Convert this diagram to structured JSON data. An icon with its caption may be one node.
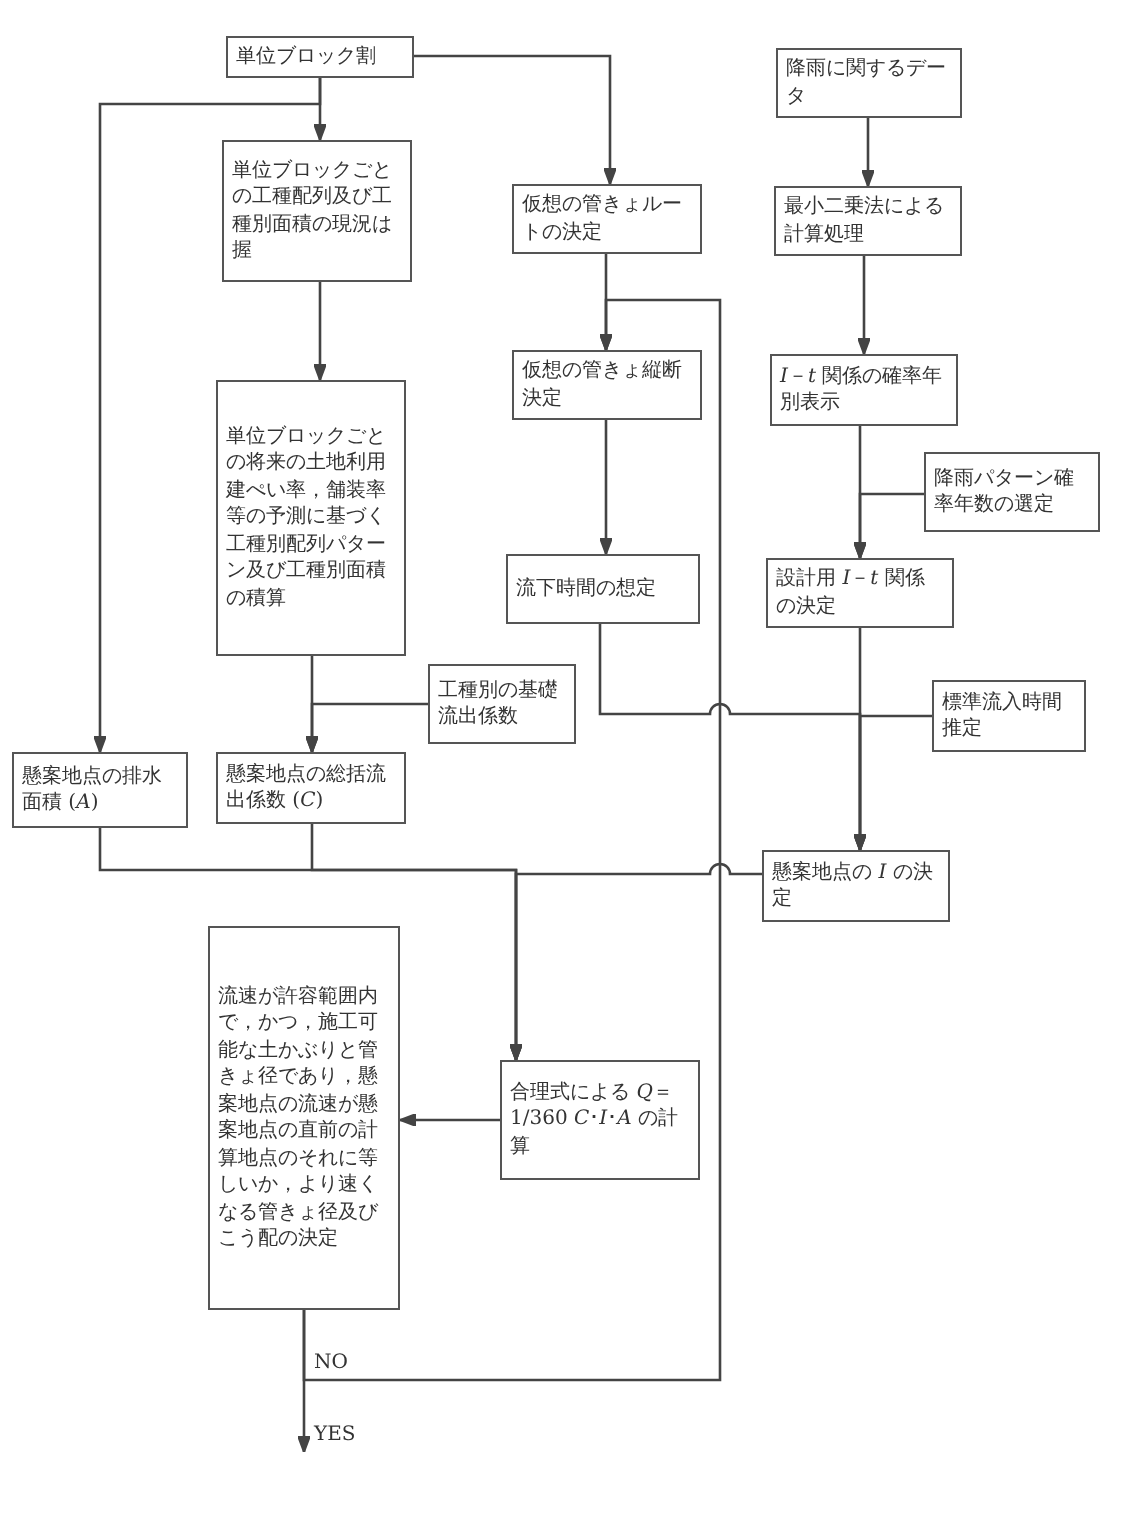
{
  "diagram": {
    "nodes": [
      {
        "text": [
          "単位ブロック割"
        ]
      },
      {
        "text": [
          "単位ブロックごとの工種配列及び工種別面積の現況は握"
        ]
      },
      {
        "text": [
          "単位ブロックごとの将来の土地利用建ぺい率，舗装率等の予測に基づく工種別配列パターン及び工種別面積の積算"
        ]
      },
      {
        "text": [
          "工種別の基礎流出係数"
        ]
      },
      {
        "text": [
          "懸案地点の排水面積 (*A*)"
        ]
      },
      {
        "text": [
          "懸案地点の総括流出係数 (*C*)"
        ]
      },
      {
        "text": [
          "仮想の管きょルートの決定"
        ]
      },
      {
        "text": [
          "仮想の管きょ縦断決定"
        ]
      },
      {
        "text": [
          "流下時間の想定"
        ]
      },
      {
        "text": [
          "降雨に関するデータ"
        ]
      },
      {
        "text": [
          "最小二乗法による計算処理"
        ]
      },
      {
        "text": [
          "*I*－*t* 関係の確率年別表示"
        ]
      },
      {
        "text": [
          "降雨パターン確率年数の選定"
        ]
      },
      {
        "text": [
          "設計用 *I*－*t* 関係の決定"
        ]
      },
      {
        "text": [
          "標準流入時間推定"
        ]
      },
      {
        "text": [
          "懸案地点の *I* の決定"
        ]
      },
      {
        "text": [
          "合理式による *Q*＝1/360 *C*･*I*･*A* の計算"
        ]
      },
      {
        "text": [
          "流速が許容範囲内で，かつ，施工可能な土かぶりと管きょ径であり，懸案地点の流速が懸案地点の直前の計算地点のそれに等しいか，より速くなる管きょ径及びこう配の決定"
        ]
      }
    ],
    "edges": [
      {
        "from": 0,
        "to": 1,
        "arrow": "to"
      },
      {
        "from": 0,
        "to": 4,
        "arrow": "to"
      },
      {
        "from": 0,
        "to": 6,
        "arrow": "to"
      },
      {
        "from": 1,
        "to": 2,
        "arrow": "to"
      },
      {
        "from": 2,
        "to": 5,
        "arrow": "to"
      },
      {
        "from": 3,
        "to": 5,
        "arrow": "to"
      },
      {
        "from": 6,
        "to": 7,
        "arrow": "to"
      },
      {
        "from": 7,
        "to": 8,
        "arrow": "to"
      },
      {
        "from": 9,
        "to": 10,
        "arrow": "to"
      },
      {
        "from": 10,
        "to": 11,
        "arrow": "to"
      },
      {
        "from": 11,
        "to": 13,
        "arrow": "to"
      },
      {
        "from": 12,
        "to": 13,
        "arrow": "to"
      },
      {
        "from": 13,
        "to": 15,
        "arrow": "to"
      },
      {
        "from": 8,
        "to": 15,
        "arrow": "to"
      },
      {
        "from": 14,
        "to": 15,
        "arrow": "to"
      },
      {
        "from": 4,
        "to": 16,
        "arrow": "to"
      },
      {
        "from": 5,
        "to": 16,
        "arrow": "to"
      },
      {
        "from": 15,
        "to": 16,
        "arrow": "to"
      },
      {
        "from": 16,
        "to": 17,
        "arrow": "to"
      },
      {
        "from": 17,
        "to": 7,
        "arrow": "to",
        "label": "NO"
      },
      {
        "from": 17,
        "to": null,
        "arrow": "to",
        "label": "YES"
      }
    ]
  }
}
